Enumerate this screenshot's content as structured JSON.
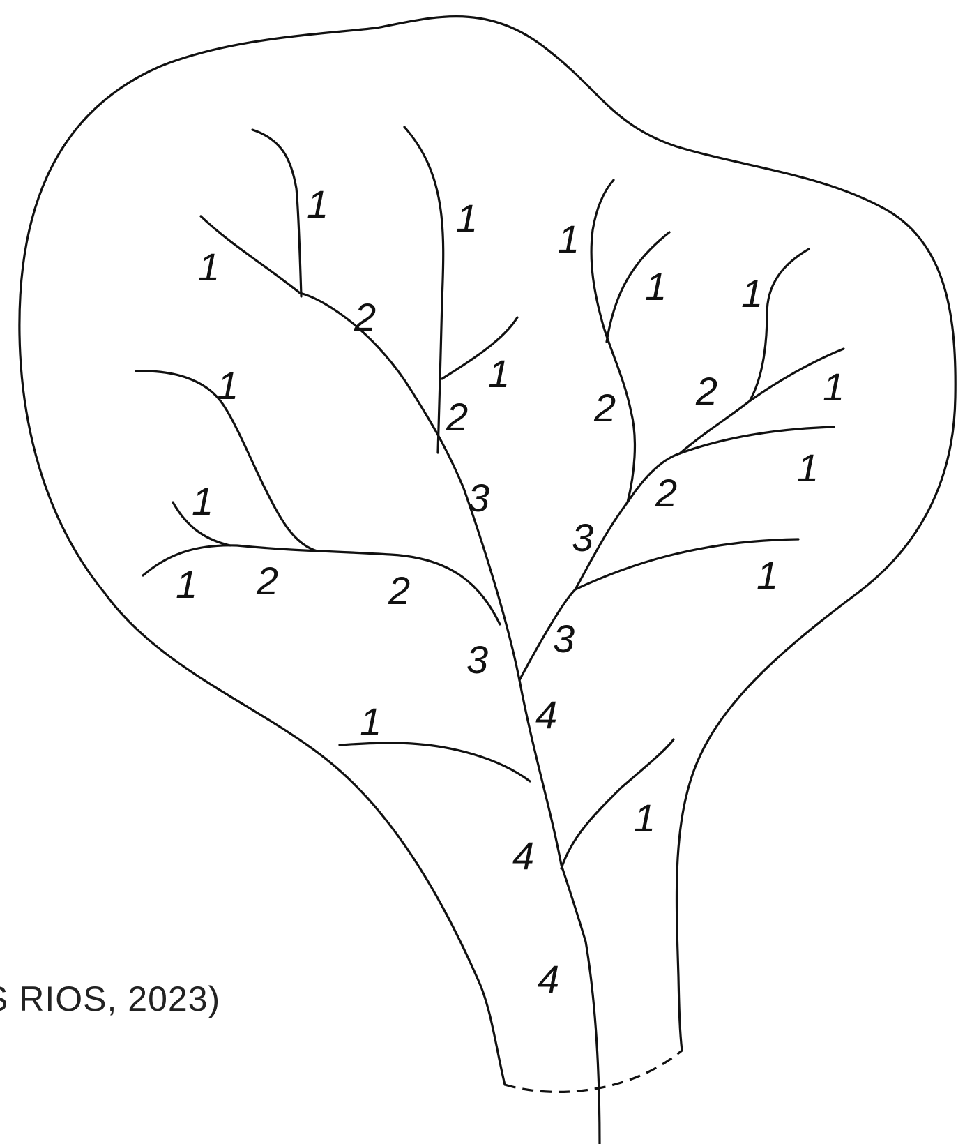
{
  "caption": "S RIOS, 2023)",
  "colors": {
    "stroke": "#111111",
    "background": "#ffffff"
  },
  "stream_orders": {
    "left_upper_branch": [
      "1",
      "1",
      "2"
    ],
    "central_branch": [
      "1",
      "1",
      "2",
      "3"
    ],
    "left_lower_branches": [
      "1",
      "1",
      "1",
      "2",
      "2",
      "3"
    ],
    "right_branches": [
      "1",
      "1",
      "1",
      "1",
      "1",
      "1",
      "2",
      "2",
      "2",
      "3",
      "3"
    ],
    "main_channel": [
      "4",
      "4",
      "4"
    ],
    "lower_tributaries": [
      "1",
      "1"
    ]
  }
}
